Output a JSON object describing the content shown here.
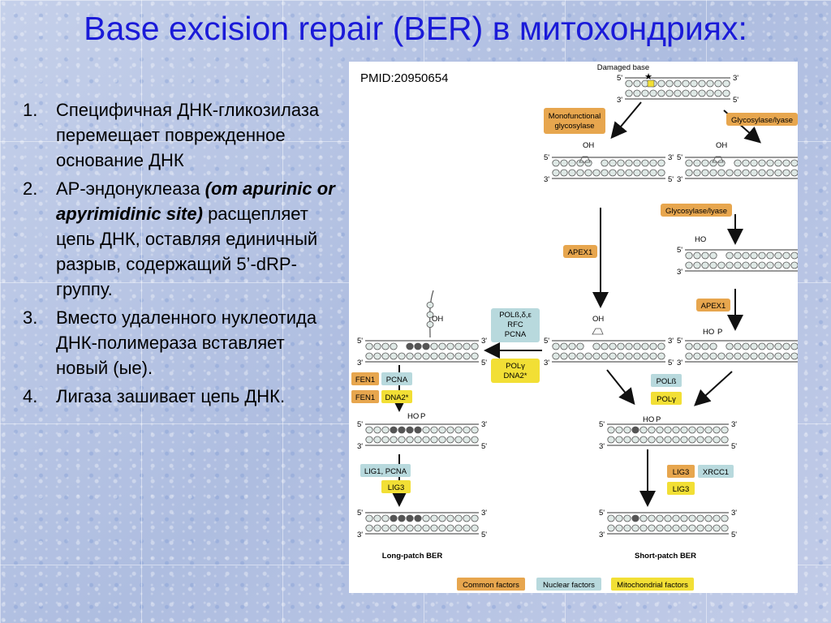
{
  "title": "Base excision repair (BER) в митохондриях:",
  "points": [
    {
      "num": "1.",
      "pre": "Специфичная ДНК-гликозилаза перемещает поврежденное основание ДНК",
      "em": "",
      "post": ""
    },
    {
      "num": "2.",
      "pre": "AP-эндонуклеаза ",
      "em": "(от apurinic or apyrimidinic site)",
      "post": " расщепляет цепь ДНК,  оставляя единичный разрыв, содержащий 5’-dRP-группу."
    },
    {
      "num": "3.",
      "pre": "Вместо удаленного нуклеотида  ДНК-полимераза вставляет новый (ые).",
      "em": "",
      "post": ""
    },
    {
      "num": "4.",
      "pre": "Лигаза зашивает цепь ДНК.",
      "em": "",
      "post": ""
    }
  ],
  "figure": {
    "pmid": "PMID:20950654",
    "damaged_base": "Damaged base",
    "star": "★",
    "mono_glyco_1": "Monofunctional",
    "mono_glyco_2": "glycosylase",
    "glyco_lyase_1": "Glycosylase/lyase",
    "glyco_lyase_2": "Glycosylase/lyase",
    "apex1_left": "APEX1",
    "apex1_right": "APEX1",
    "pol_nuclear_1": "POLß,δ,ε",
    "pol_nuclear_2": "RFC",
    "pol_nuclear_3": "PCNA",
    "pol_mito_1": "POLγ",
    "pol_mito_2": "DNA2*",
    "fen1_a": "FEN1",
    "pcna_a": "PCNA",
    "fen1_b": "FEN1",
    "dna2_b": "DNA2*",
    "polb": "POLß",
    "polg": "POLγ",
    "lig1_pcna": "LIG1, PCNA",
    "lig3_left": "LIG3",
    "lig3_right_a": "LIG3",
    "xrcc1": "XRCC1",
    "lig3_right_b": "LIG3",
    "long_patch": "Long-patch BER",
    "short_patch": "Short-patch BER",
    "legend_common": "Common factors",
    "legend_nuclear": "Nuclear factors",
    "legend_mito": "Mitochondrial factors",
    "end5": "5'",
    "end3": "3'",
    "oh": "OH",
    "ho": "HO",
    "p": "P",
    "colors": {
      "common": "#e7a64e",
      "nuclear": "#b8d9dd",
      "mito": "#f2df35",
      "title": "#1a1ad8"
    }
  }
}
